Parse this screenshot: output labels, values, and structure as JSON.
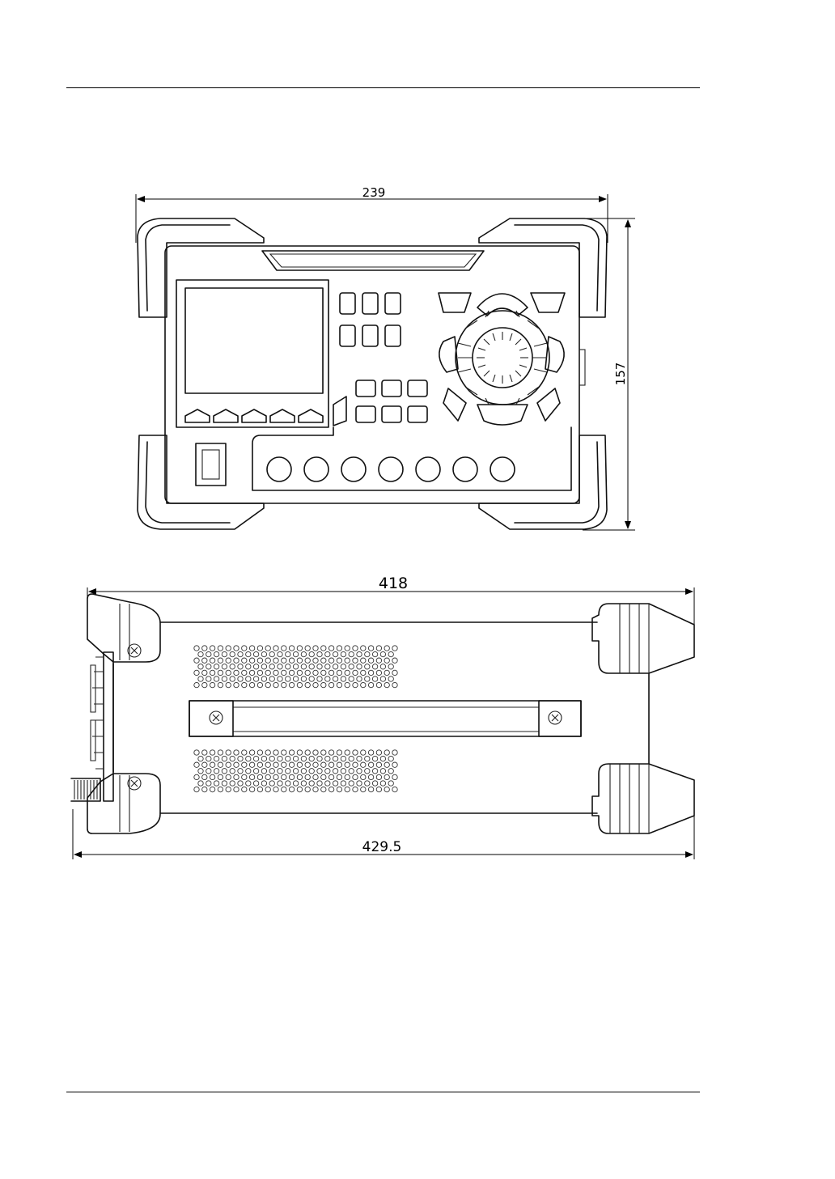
{
  "dimensions": {
    "front_width": "239",
    "front_height": "157",
    "side_depth": "418",
    "side_overall_depth": "429.5"
  }
}
